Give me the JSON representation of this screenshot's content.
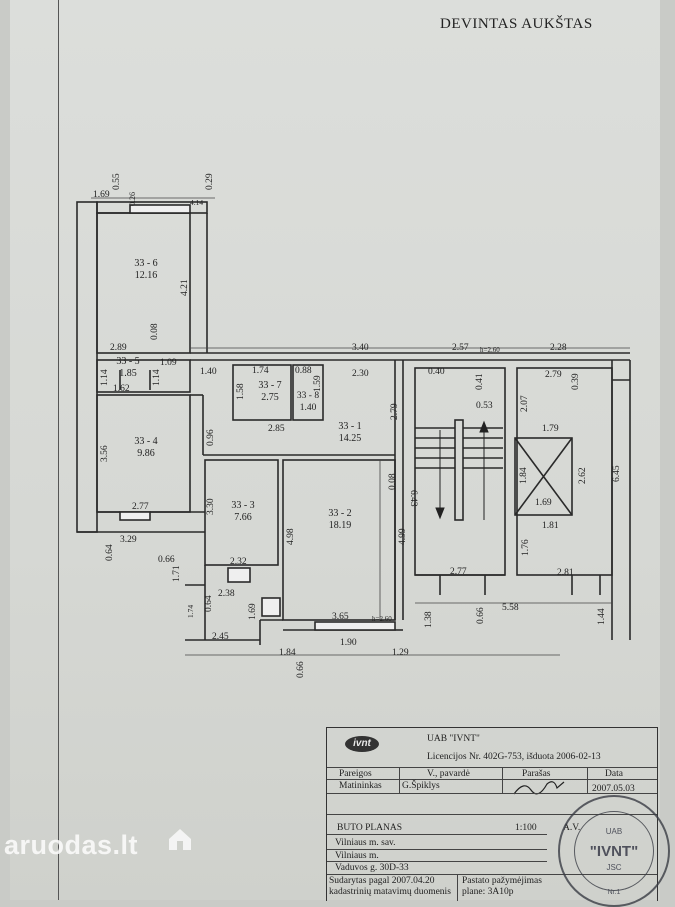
{
  "title": "DEVINTAS AUKŠTAS",
  "rooms": [
    {
      "id": "33 - 6",
      "area": "12.16"
    },
    {
      "id": "33 - 5",
      "area": "1.85"
    },
    {
      "id": "33 - 4",
      "area": "9.86"
    },
    {
      "id": "33 - 7",
      "area": "2.75"
    },
    {
      "id": "33 - 8",
      "area": "1.40"
    },
    {
      "id": "33 - 1",
      "area": "14.25"
    },
    {
      "id": "33 - 3",
      "area": "7.66"
    },
    {
      "id": "33 - 2",
      "area": "18.19"
    }
  ],
  "room7_width": "1.74",
  "dims": [
    "1.69",
    "0.55",
    "0.26",
    "0.29",
    "4.14",
    "4.21",
    "0.08",
    "2.89",
    "1.09",
    "1.14",
    "1.62",
    "1.14",
    "1.40",
    "1.58",
    "1.59",
    "0.88",
    "3.40",
    "2.57",
    "h=2.60",
    "2.28",
    "0.40",
    "2.79",
    "0.39",
    "0.41",
    "0.53",
    "2.30",
    "2.79",
    "2.07",
    "1.79",
    "2.85",
    "0.96",
    "3.56",
    "6.43",
    "1.84",
    "2.62",
    "6.45",
    "1.69",
    "0.08",
    "3.30",
    "4.98",
    "4.99",
    "2.77",
    "1.81",
    "3.29",
    "0.64",
    "0.66",
    "2.32",
    "1.76",
    "2.77",
    "2.81",
    "1.71",
    "2.38",
    "0.64",
    "1.74",
    "1.69",
    "3.65",
    "h=2.60",
    "1.38",
    "0.66",
    "5.58",
    "1.44",
    "2.45",
    "1.90",
    "1.84",
    "0.66",
    "1.29"
  ],
  "title_block": {
    "company": "UAB \"IVNT\"",
    "license": "Licencijos Nr. 402G-753, išduota 2006-02-13",
    "logo_text": "ivnt",
    "col_position": "Pareigos",
    "col_name": "V., pavardė",
    "col_signature": "Parašas",
    "col_date": "Data",
    "role": "Matininkas",
    "person": "G.Špiklys",
    "date": "2007.05.03",
    "doc_title": "BUTO PLANAS",
    "scale": "1:100",
    "stamp_abbr": "A.V.",
    "municipality": "Vilniaus m. sav.",
    "city": "Vilniaus m.",
    "address": "Vaduvos g.  30D-33",
    "compiled": "Sudarytas pagal  2007.04.20",
    "compiled2": "kadastrinių matavimų duomenis",
    "building_mark": "Pastato pažymėjimas",
    "building_plan": "plane:   3A10p"
  },
  "stamp": {
    "org": "UAB",
    "name": "\"IVNT\"",
    "sub": "JSC",
    "no": "Nr.1"
  },
  "watermark": "aruodas.lt"
}
